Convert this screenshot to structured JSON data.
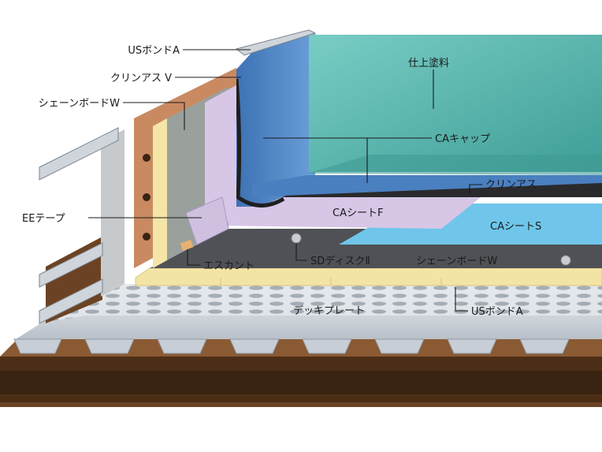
{
  "labels": {
    "us_bond_top": "USボンドA",
    "clean_as_v": "クリンアス V",
    "shane_board_w_left": "シェーンボードW",
    "finish_paint": "仕上塗料",
    "ca_cap": "CAキャップ",
    "clean_as": "クリンアス",
    "ee_tape": "EEテープ",
    "ca_sheet_f": "CAシートF",
    "ca_sheet_s": "CAシートS",
    "escant": "エスカント",
    "sd_disk": "SDディスクⅡ",
    "shane_board_w_right": "シェーンボードW",
    "deck_plate": "デッキプレート",
    "us_bond_bottom": "USボンドA"
  },
  "colors": {
    "wall_blue": "#4a7fc0",
    "cap_teal": "#5cb8b0",
    "sheet_lilac": "#d7c6e6",
    "sheet_sky": "#6fc6ea",
    "board_yellow": "#f3e4a6",
    "deck_silver": "#d8dde2",
    "timber_brown": "#5e3a1e",
    "copper": "#c98a62"
  }
}
